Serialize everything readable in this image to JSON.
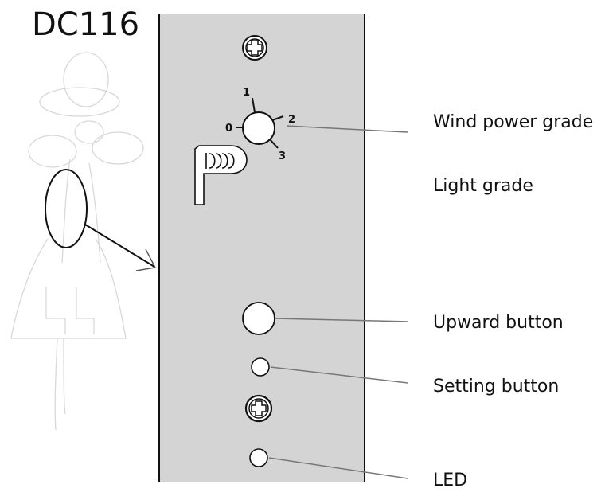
{
  "diagram": {
    "title": "DC116",
    "dial_ticks": [
      "0",
      "1",
      "2",
      "3"
    ],
    "labels": {
      "wind_power_grade": "Wind power grade",
      "light_grade": "Light grade",
      "upward_button": "Upward button",
      "setting_button": "Setting button",
      "led": "LED"
    }
  }
}
